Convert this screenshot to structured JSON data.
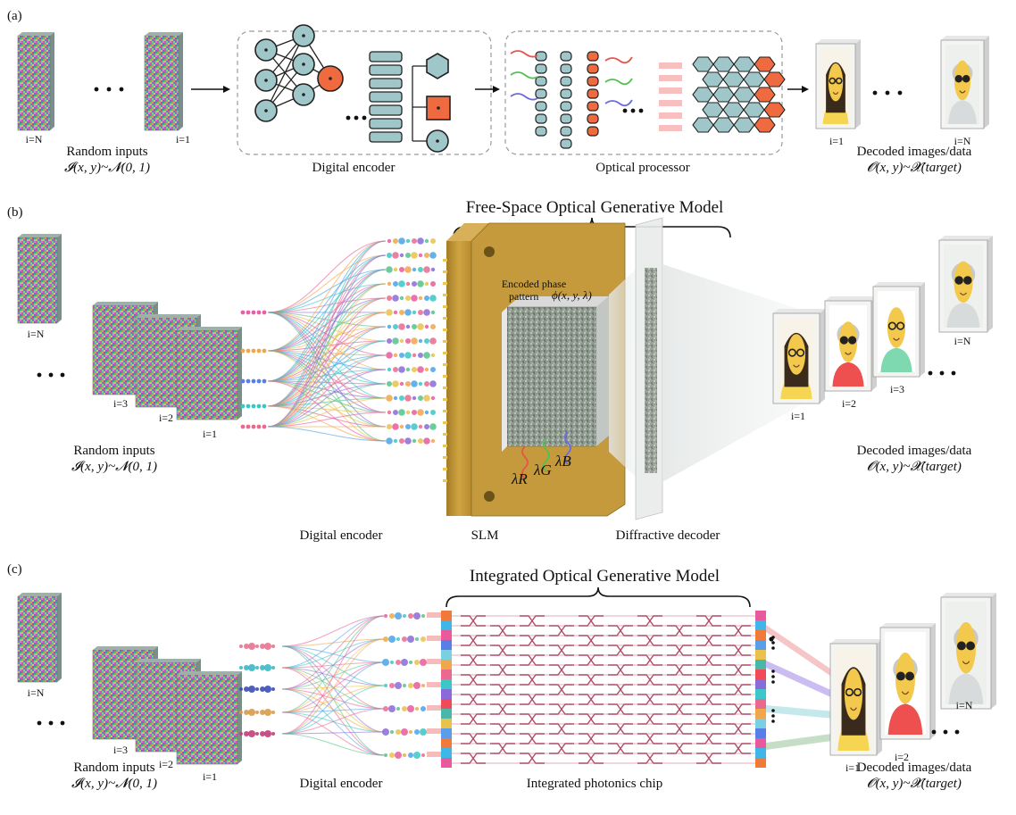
{
  "colors": {
    "encoder_node": "#9fc7c9",
    "encoder_accent": "#ef6a3f",
    "slm_gold": "#c89c3a",
    "waveguide": "#b0506a",
    "red_light": "#e8534a",
    "green_light": "#53c24d",
    "blue_light": "#6b6ae6"
  },
  "panel_a": {
    "label": "(a)",
    "noise_first_label": "i=N",
    "noise_last_label": "i=1",
    "random_title": "Random inputs",
    "random_formula": "𝓘(x, y)~𝓝(0, 1)",
    "encoder_title": "Digital encoder",
    "processor_title": "Optical  processor",
    "out_first_label": "i=1",
    "out_last_label": "i=N",
    "decoded_title": "Decoded images/data",
    "decoded_formula": "𝓞(x, y)~𝓧(target)"
  },
  "panel_b": {
    "label": "(b)",
    "title": "Free-Space Optical Generative Model",
    "noise_labels": [
      "i=N",
      "i=3",
      "i=2",
      "i=1"
    ],
    "random_title": "Random inputs",
    "random_formula": "𝓘(x, y)~𝓝(0, 1)",
    "encoder_title": "Digital encoder",
    "slm_title": "SLM",
    "phase_title_1": "Encoded phase",
    "phase_title_2": "pattern",
    "phase_formula": "ϕ(x, y, λ)",
    "lambda_r": "λR",
    "lambda_g": "λG",
    "lambda_b": "λB",
    "decoder_title": "Diffractive decoder",
    "output_labels": [
      "i=1",
      "i=2",
      "i=3",
      "i=N"
    ],
    "decoded_title": "Decoded images/data",
    "decoded_formula": "𝓞(x, y)~𝓧(target)"
  },
  "panel_c": {
    "label": "(c)",
    "title": "Integrated Optical Generative Model",
    "noise_labels": [
      "i=N",
      "i=3",
      "i=2",
      "i=1"
    ],
    "random_title": "Random inputs",
    "random_formula": "𝓘(x, y)~𝓝(0, 1)",
    "encoder_title": "Digital encoder",
    "chip_title": "Integrated photonics chip",
    "output_labels": [
      "i=1",
      "i=2",
      "i=N"
    ],
    "decoded_title": "Decoded images/data",
    "decoded_formula": "𝓞(x, y)~𝓧(target)"
  }
}
